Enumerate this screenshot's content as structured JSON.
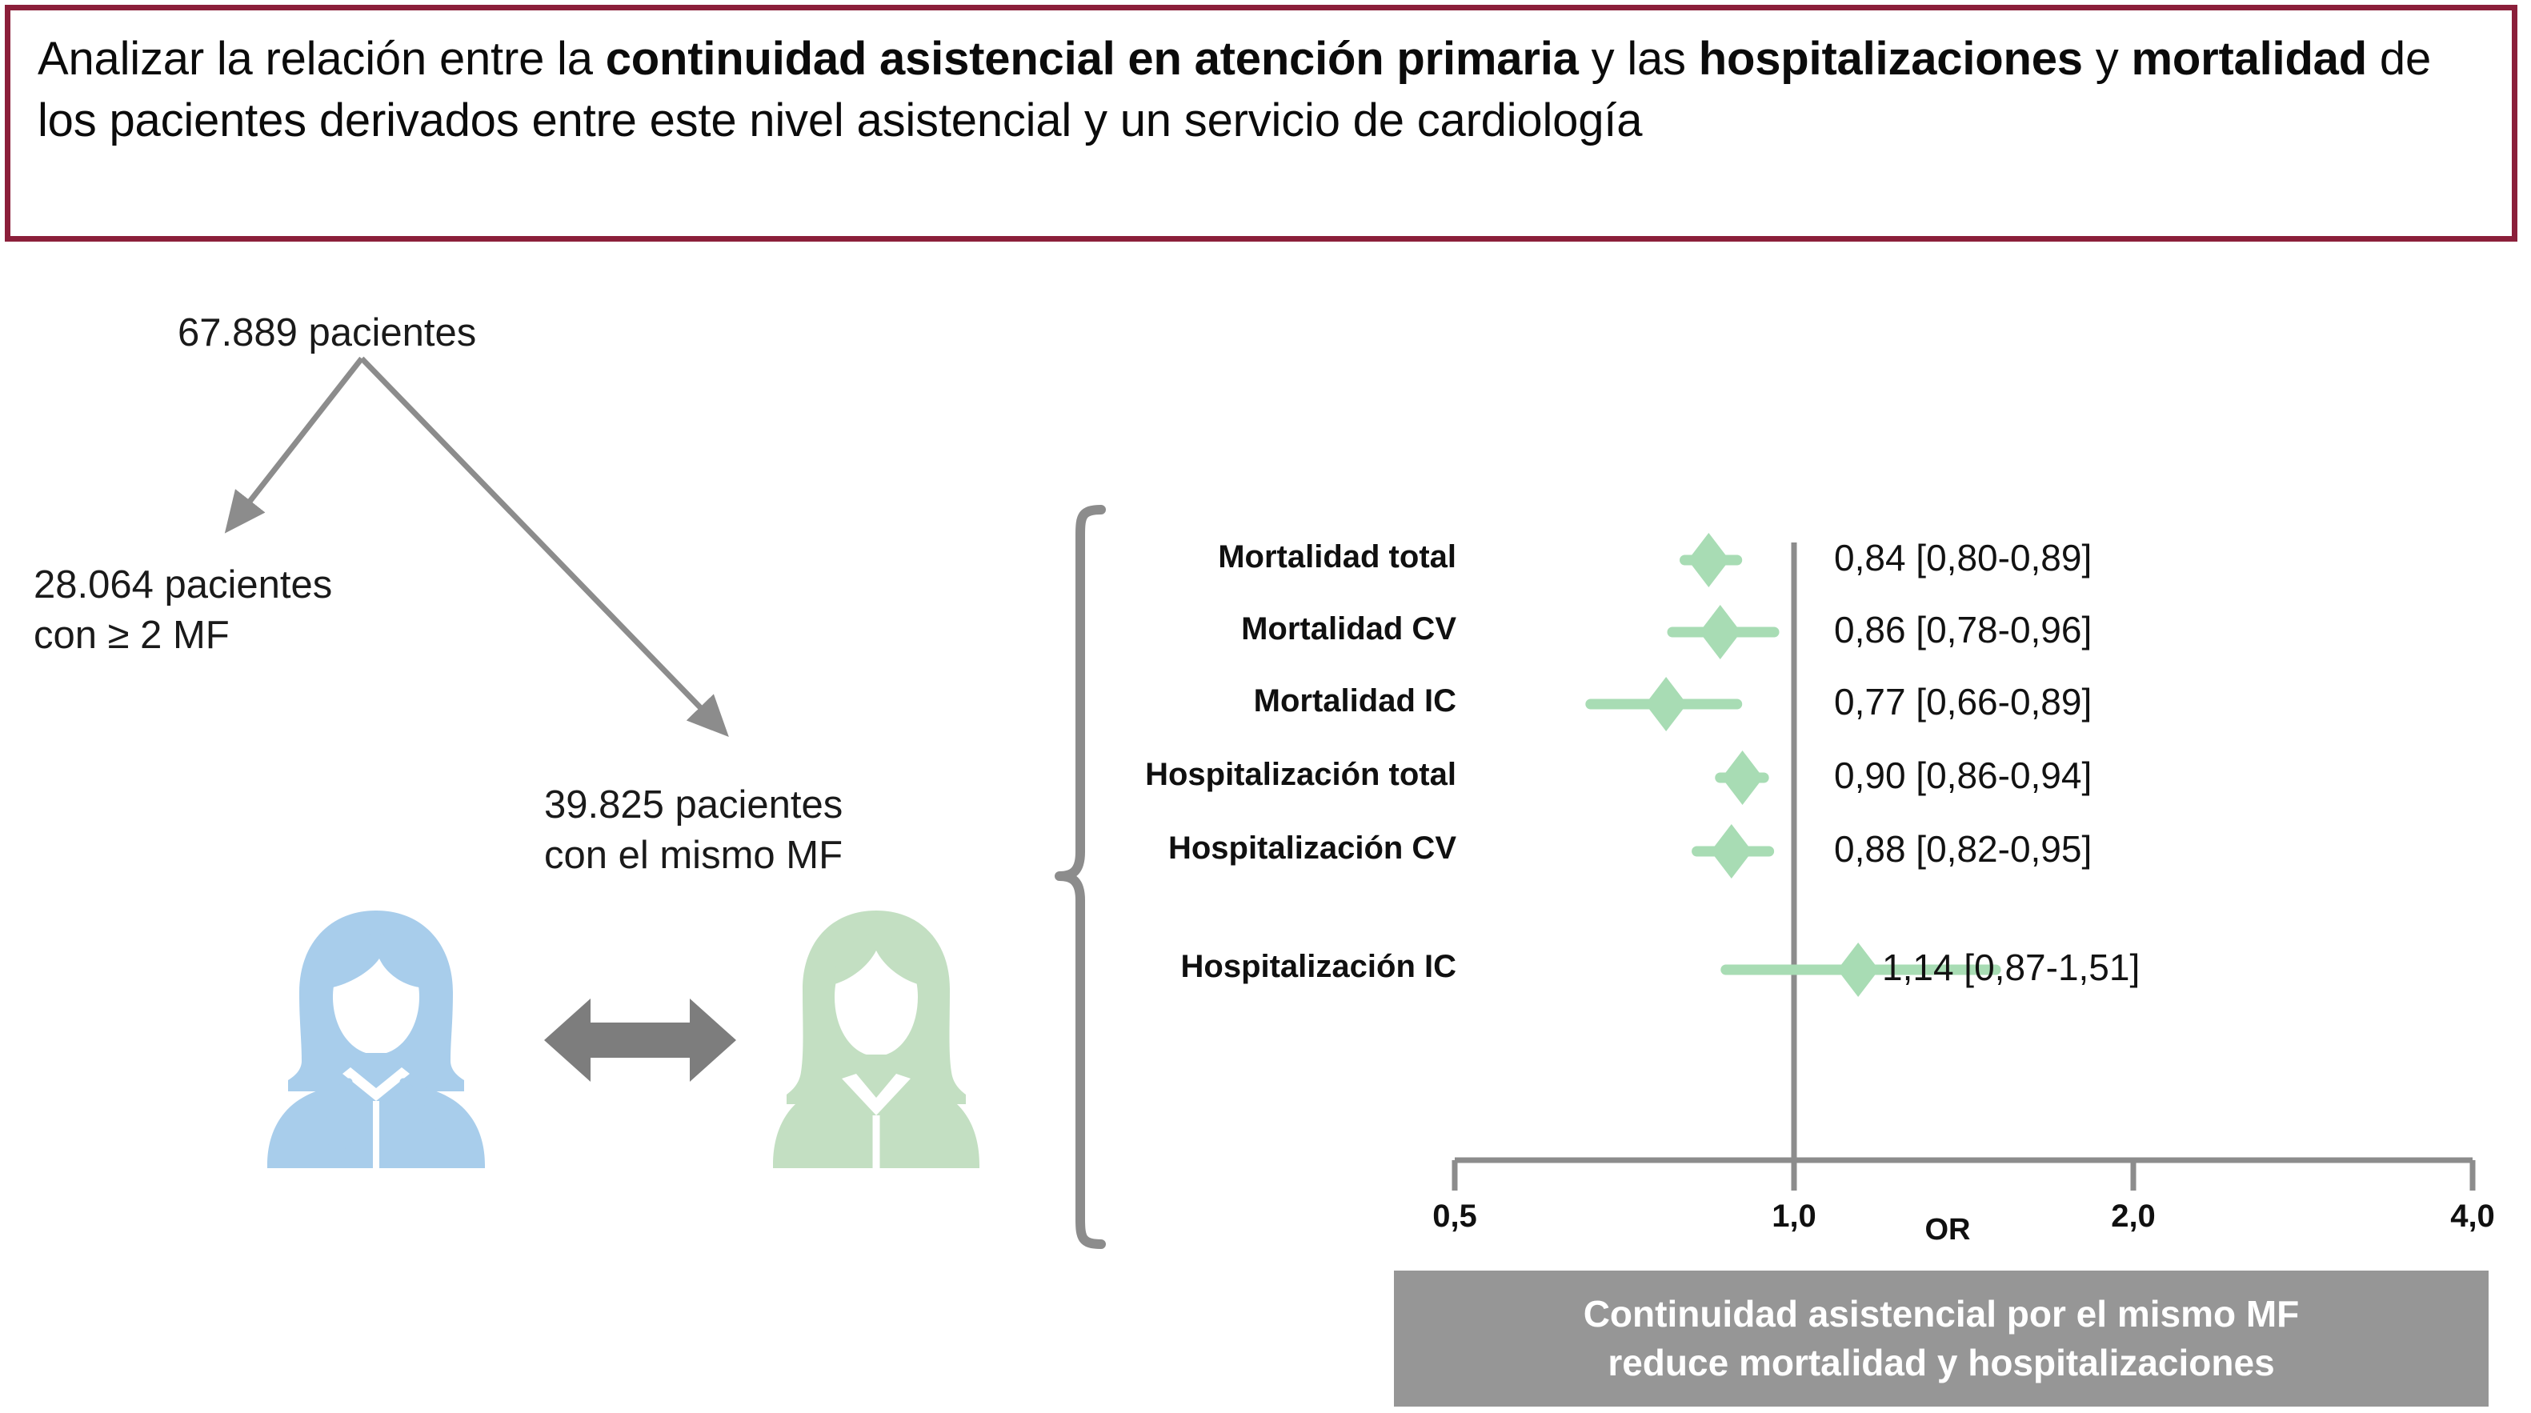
{
  "objective": {
    "line1_a": "Analizar la relación entre la ",
    "bold1": "continuidad asistencial en atención primaria",
    "line1_b": " y las ",
    "bold2": "hospitalizaciones",
    "mid": " y ",
    "bold3": "mortalidad",
    "line2_b": " de los pacientes derivados entre este nivel asistencial y un servicio de cardiología",
    "border_color": "#8b1f3a"
  },
  "flow": {
    "total_label": "67.889 pacientes",
    "left_label": "28.064 pacientes\ncon ≥ 2 MF",
    "right_label": "39.825 pacientes\ncon el mismo MF",
    "arrow_color": "#8c8c8c"
  },
  "icons": {
    "doctor": "female-doctor-icon",
    "patient": "female-patient-icon",
    "relation": "double-headed-arrow-icon",
    "doctor_color": "#a8cdeb",
    "patient_color": "#c3dfc2",
    "arrow_color": "#7d7d7d"
  },
  "conclusion": {
    "text": "Continuidad asistencial por el mismo MF\nreduce mortalidad y hospitalizaciones",
    "background": "#969696",
    "text_color": "#ffffff"
  },
  "chart_data": {
    "type": "scatter",
    "subtype": "forest-plot",
    "title": "",
    "xlabel": "OR",
    "ylabel": "",
    "xscale": "log",
    "xlim": [
      0.5,
      4.0
    ],
    "xticks": [
      0.5,
      1.0,
      2.0,
      4.0
    ],
    "xtick_labels": [
      "0,5",
      "1,0",
      "2,0",
      "4,0"
    ],
    "reference_line": 1.0,
    "grid": false,
    "legend": "none",
    "marker": "diamond",
    "marker_color": "#a8dcb4",
    "categories": [
      "Mortalidad total",
      "Mortalidad CV",
      "Mortalidad IC",
      "Hospitalización total",
      "Hospitalización CV",
      "Hospitalización IC"
    ],
    "values": [
      0.84,
      0.86,
      0.77,
      0.9,
      0.88,
      1.14
    ],
    "ci_low": [
      0.8,
      0.78,
      0.66,
      0.86,
      0.82,
      0.87
    ],
    "ci_high": [
      0.89,
      0.96,
      0.89,
      0.94,
      0.95,
      1.51
    ],
    "estimate_labels": [
      "0,84 [0,80-0,89]",
      "0,86 [0,78-0,96]",
      "0,77 [0,66-0,89]",
      "0,90 [0,86-0,94]",
      "0,88 [0,82-0,95]",
      "1,14 [0,87-1,51]"
    ]
  }
}
